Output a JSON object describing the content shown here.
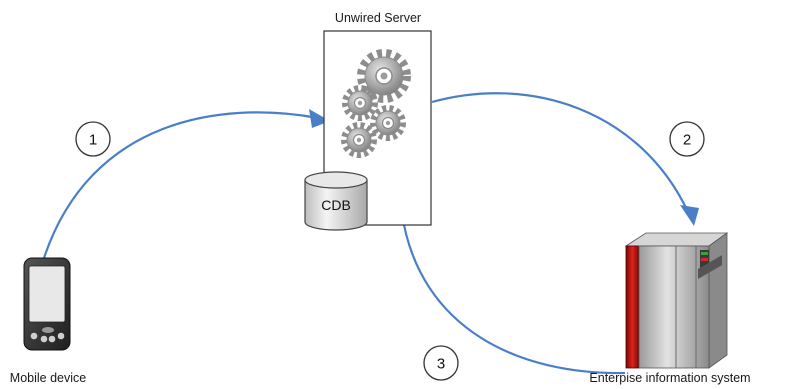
{
  "server": {
    "label": "Unwired Server",
    "db_label": "CDB"
  },
  "mobile": {
    "label": "Mobile device"
  },
  "eis": {
    "label": "Enterpise information system"
  },
  "steps": [
    "1",
    "2",
    "3"
  ],
  "colors": {
    "arrow": "#4a7fc8",
    "eis_red": "#c8140f",
    "gear": "#8d8d8d"
  },
  "icons": [
    "gear-icon",
    "database-icon",
    "pda-device-icon",
    "server-rack-icon"
  ]
}
